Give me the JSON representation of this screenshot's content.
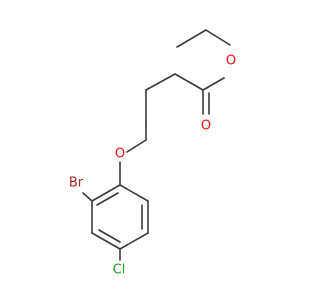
{
  "molecule": {
    "atoms": {
      "ester_o": {
        "label": "O",
        "color": "#ff0d0d"
      },
      "carbonyl_o": {
        "label": "O",
        "color": "#ff0d0d"
      },
      "ether_o": {
        "label": "O",
        "color": "#ff0d0d"
      },
      "bromine": {
        "label": "Br",
        "color": "#a62929"
      },
      "chlorine": {
        "label": "Cl",
        "color": "#1fa01f"
      }
    },
    "bond_color": "#3a3a3a"
  }
}
